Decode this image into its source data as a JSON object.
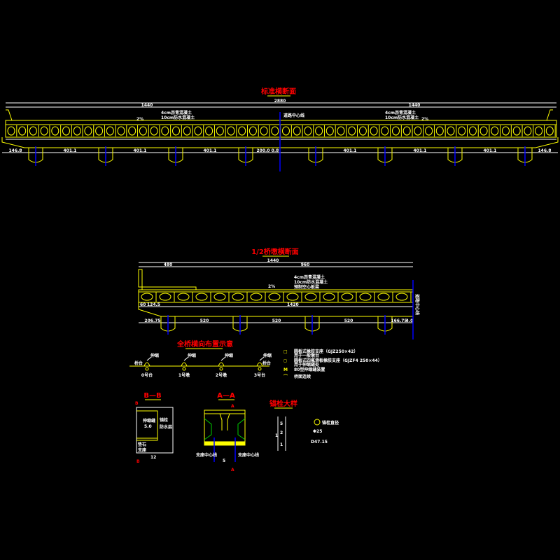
{
  "colors": {
    "background": "#000000",
    "structure": "#ffff00",
    "dimension": "#ffffff",
    "title": "#ff0000",
    "axis": "#0000ff",
    "detail": "#00cc00"
  },
  "standard_section": {
    "title": "标准横断面",
    "total": "2880",
    "halves": [
      "1440",
      "1440"
    ],
    "notes": [
      "4cm沥青混凝土",
      "10cm防水混凝土"
    ],
    "center_note": "道路中心线",
    "slope": "2%",
    "spans": [
      "146.8",
      "401.1",
      "401.1",
      "401.1",
      "200.0",
      "0.8",
      "401.1",
      "401.1",
      "401.1",
      "146.8"
    ]
  },
  "half_pier_section": {
    "title": "1/2桥墩横断面",
    "total": "1440",
    "parts": [
      "480",
      "960"
    ],
    "notes": [
      "4cm沥青混凝土",
      "10cm防水混凝土",
      "预制空心板梁"
    ],
    "slope": "2%",
    "cap_dims": [
      "60",
      "124.5",
      "1420"
    ],
    "spans": [
      "206.75",
      "520",
      "520",
      "520",
      "166.75",
      "4.0"
    ],
    "centerline_label": "道路中心线"
  },
  "bearing_layout": {
    "title": "全桥横向布置示意",
    "points": [
      {
        "top": "伸缩",
        "side": "桥台",
        "bottom": "0号台"
      },
      {
        "top": "伸缩",
        "side": "",
        "bottom": "1号墩"
      },
      {
        "top": "伸缩",
        "side": "",
        "bottom": "2号墩"
      },
      {
        "top": "伸缩",
        "side": "桥台",
        "bottom": "3号台"
      }
    ],
    "legend": [
      {
        "symbol": "□",
        "text": "圆板式橡胶支座（GJZ250×42）",
        "sub": "用于一般墩台"
      },
      {
        "symbol": "◻",
        "text": "圆板式四氟滑板橡胶支座（GJZF4 250×44）",
        "sub": "用于伸缩缝处"
      },
      {
        "symbol": "M",
        "text": "80型伸缩缝装置"
      },
      {
        "symbol": "⌒",
        "text": "桥面连续"
      }
    ]
  },
  "section_bb": {
    "title": "B—B",
    "mark": "B",
    "labels": [
      "伸缩缝",
      "5.0",
      "垫石",
      "支座",
      "锚栓",
      "防水层",
      "12"
    ]
  },
  "section_aa": {
    "title": "A—A",
    "mark": "A",
    "labels": [
      "支座中心线",
      "支座中心线",
      "5"
    ]
  },
  "anchor_detail": {
    "title": "锚栓大样",
    "labels": [
      "5",
      "2",
      "1",
      "1"
    ],
    "bolt_label": "锚栓直径",
    "bolt_dims": [
      "Φ25",
      "D47.15"
    ]
  }
}
